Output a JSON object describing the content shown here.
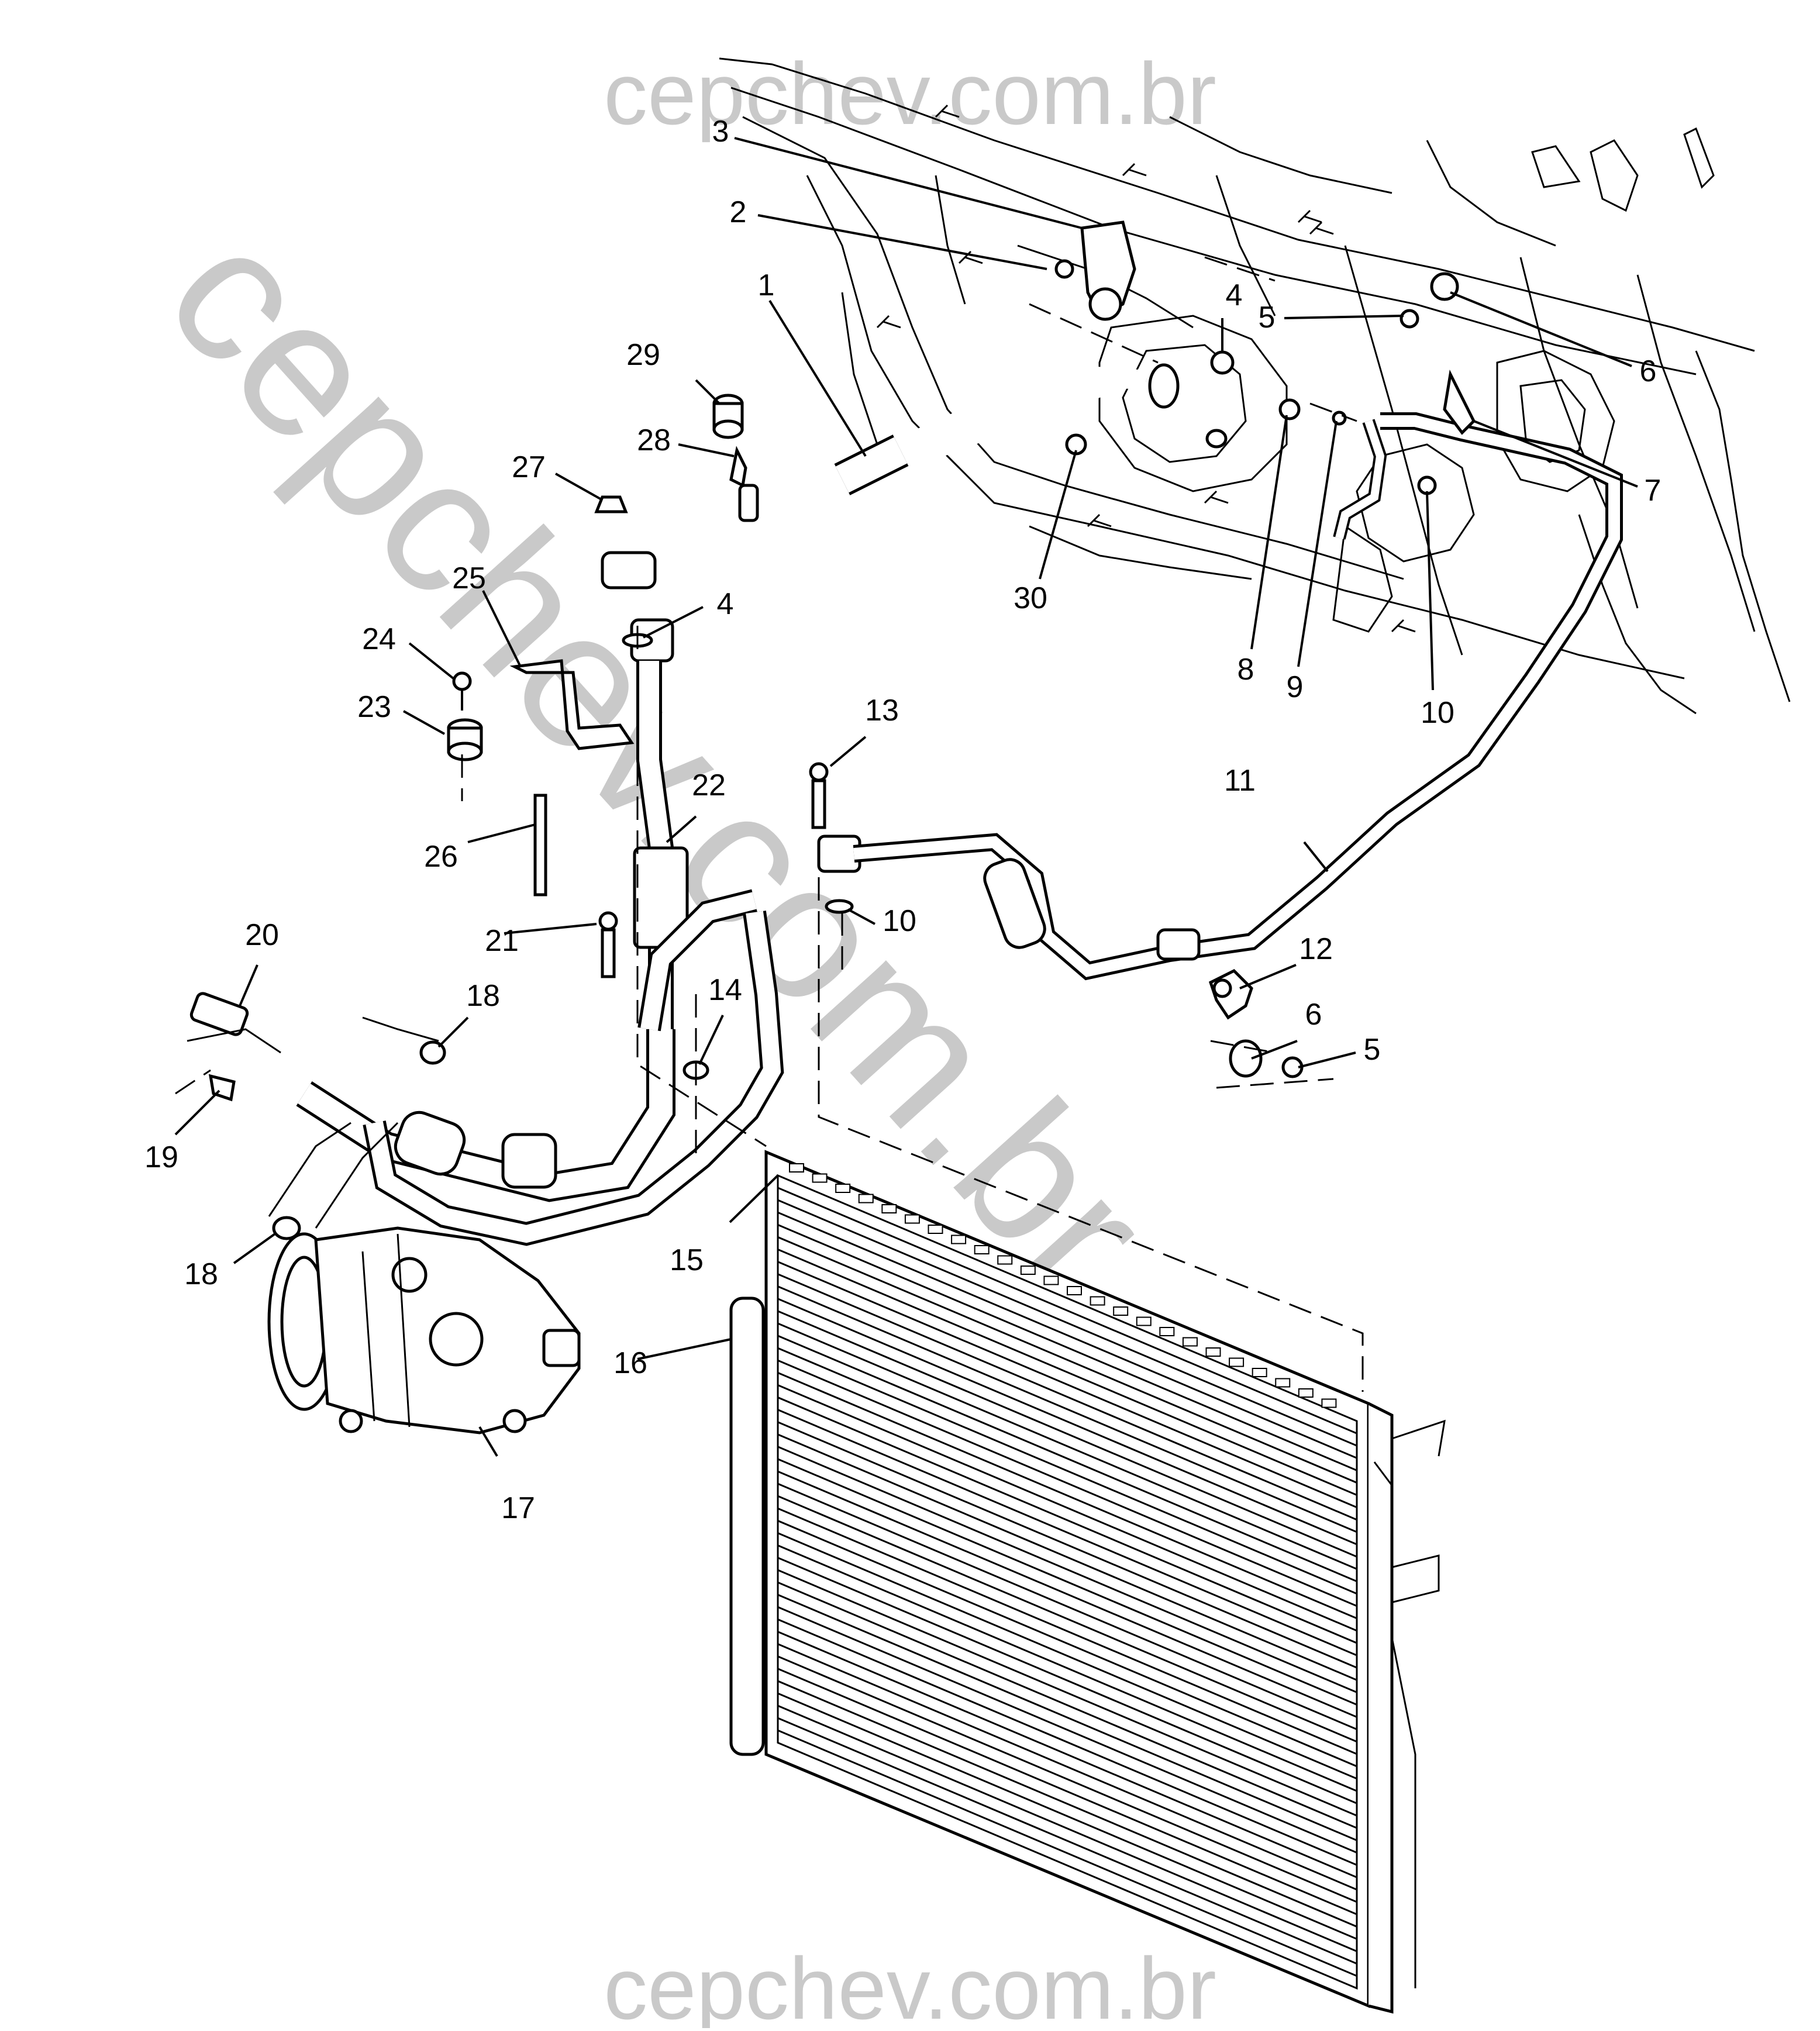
{
  "watermarks": {
    "top": "cepchev.com.br",
    "bottom": "cepchev.com.br",
    "diagonal": "cepchev.com.br"
  },
  "colors": {
    "watermark": "#c9c9c9",
    "ink": "#000000",
    "background": "#ffffff"
  },
  "callouts": [
    {
      "id": "1",
      "text": "1"
    },
    {
      "id": "2",
      "text": "2"
    },
    {
      "id": "3",
      "text": "3"
    },
    {
      "id": "4a",
      "text": "4"
    },
    {
      "id": "4b",
      "text": "4"
    },
    {
      "id": "5a",
      "text": "5"
    },
    {
      "id": "5b",
      "text": "5"
    },
    {
      "id": "6a",
      "text": "6"
    },
    {
      "id": "6b",
      "text": "6"
    },
    {
      "id": "7",
      "text": "7"
    },
    {
      "id": "8",
      "text": "8"
    },
    {
      "id": "9",
      "text": "9"
    },
    {
      "id": "10a",
      "text": "10"
    },
    {
      "id": "10b",
      "text": "10"
    },
    {
      "id": "11",
      "text": "11"
    },
    {
      "id": "12",
      "text": "12"
    },
    {
      "id": "13",
      "text": "13"
    },
    {
      "id": "14",
      "text": "14"
    },
    {
      "id": "15",
      "text": "15"
    },
    {
      "id": "16",
      "text": "16"
    },
    {
      "id": "17",
      "text": "17"
    },
    {
      "id": "18a",
      "text": "18"
    },
    {
      "id": "18b",
      "text": "18"
    },
    {
      "id": "19",
      "text": "19"
    },
    {
      "id": "20",
      "text": "20"
    },
    {
      "id": "21",
      "text": "21"
    },
    {
      "id": "22",
      "text": "22"
    },
    {
      "id": "23",
      "text": "23"
    },
    {
      "id": "24",
      "text": "24"
    },
    {
      "id": "25",
      "text": "25"
    },
    {
      "id": "26",
      "text": "26"
    },
    {
      "id": "27",
      "text": "27"
    },
    {
      "id": "28",
      "text": "28"
    },
    {
      "id": "29",
      "text": "29"
    },
    {
      "id": "30",
      "text": "30"
    }
  ]
}
